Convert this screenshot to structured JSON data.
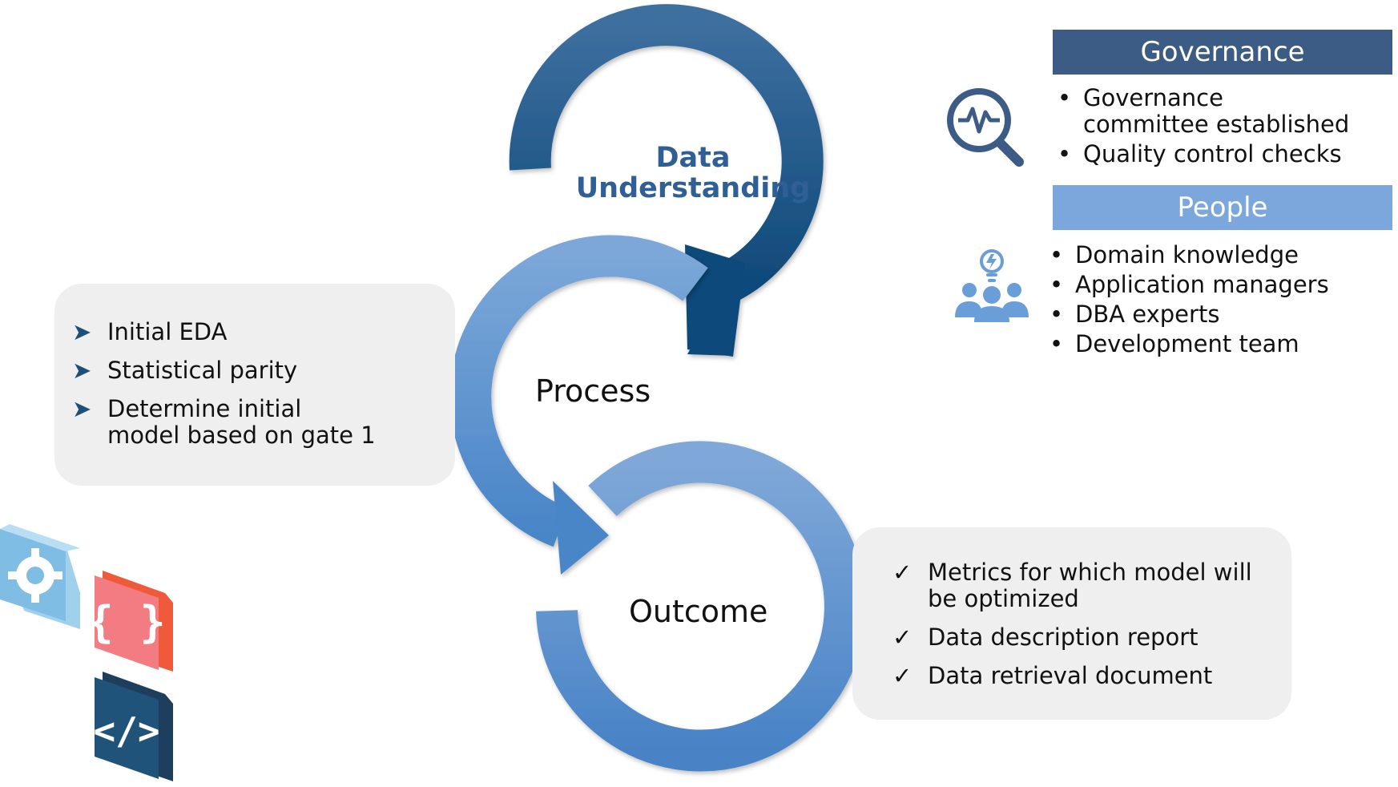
{
  "stages": {
    "top": "Data\nUnderstanding",
    "middle": "Process",
    "bottom": "Outcome"
  },
  "process_items": [
    {
      "line1": "Initial EDA",
      "line2": ""
    },
    {
      "line1": "Statistical parity",
      "line2": ""
    },
    {
      "line1": "Determine initial",
      "line2": "model based on gate 1"
    }
  ],
  "outcome_items": [
    {
      "line1": "Metrics for which model will",
      "line2": "be optimized"
    },
    {
      "line1": "Data description report",
      "line2": ""
    },
    {
      "line1": "Data retrieval document",
      "line2": ""
    }
  ],
  "governance": {
    "header": "Governance",
    "items": [
      {
        "line1": "Governance",
        "line2": "committee established"
      },
      {
        "line1": "Quality control checks",
        "line2": ""
      }
    ]
  },
  "people": {
    "header": "People",
    "items": [
      "Domain knowledge",
      "Application managers",
      "DBA experts",
      "Development team"
    ]
  },
  "colors": {
    "dark_blue": "#1f4e79",
    "mid_blue": "#5b8fd0",
    "light_blue": "#7aa3d8",
    "governance_header": "#3c5c86",
    "people_header": "#7ba7dd",
    "card_bg": "#efefef",
    "orange": "#ef5b3a",
    "pink": "#f37c82"
  },
  "icons": [
    "magnifier-pulse-icon",
    "people-idea-icon",
    "gear-icon",
    "braces-icon",
    "code-icon"
  ]
}
